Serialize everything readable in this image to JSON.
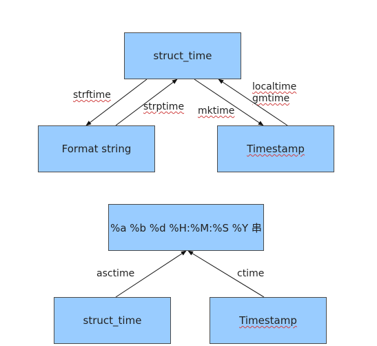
{
  "diagram1": {
    "nodes": {
      "struct_time": "struct_time",
      "format_string": "Format string",
      "timestamp": "Timestamp"
    },
    "edges": {
      "strftime": "strftime",
      "strptime": "strptime",
      "mktime": "mktime",
      "localtime": "localtime",
      "gmtime": "gmtime"
    }
  },
  "diagram2": {
    "nodes": {
      "format_output": "%a %b %d %H:%M:%S %Y 串",
      "struct_time": "struct_time",
      "timestamp": "Timestamp"
    },
    "edges": {
      "asctime": "asctime",
      "ctime": "ctime"
    }
  }
}
